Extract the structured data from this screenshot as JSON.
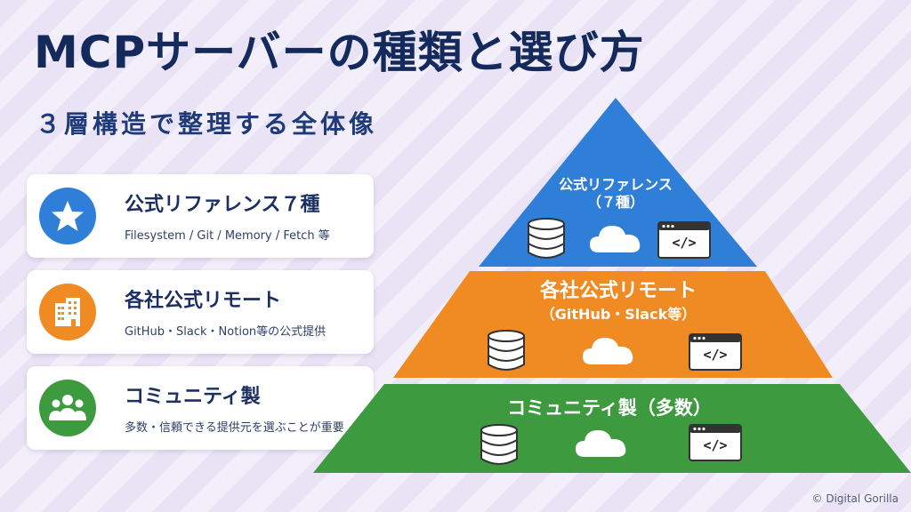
{
  "title": "MCPサーバーの種類と選び方",
  "subtitle": "３層構造で整理する全体像",
  "cards": [
    {
      "title": "公式リファレンス７種",
      "desc": "Filesystem / Git / Memory / Fetch 等",
      "icon": "star-icon",
      "color": "#2f7fd8"
    },
    {
      "title": "各社公式リモート",
      "desc": "GitHub・Slack・Notion等の公式提供",
      "icon": "building-icon",
      "color": "#f08a22"
    },
    {
      "title": "コミュニティ製",
      "desc": "多数・信頼できる提供元を選ぶことが重要",
      "icon": "people-icon",
      "color": "#3d9a3f"
    }
  ],
  "pyramid": {
    "top": {
      "line1": "公式リファレンス",
      "line2": "（７種）",
      "color": "#2f7fd8"
    },
    "middle": {
      "line1": "各社公式リモート",
      "line2": "（GitHub・Slack等）",
      "color": "#f08a22"
    },
    "bottom": {
      "line1": "コミュニティ製（多数）",
      "color": "#3d9a3f"
    },
    "layer_icons": [
      "database-icon",
      "cloud-icon",
      "code-window-icon"
    ],
    "code_icon_text": "</>"
  },
  "copyright": "© Digital Gorilla"
}
